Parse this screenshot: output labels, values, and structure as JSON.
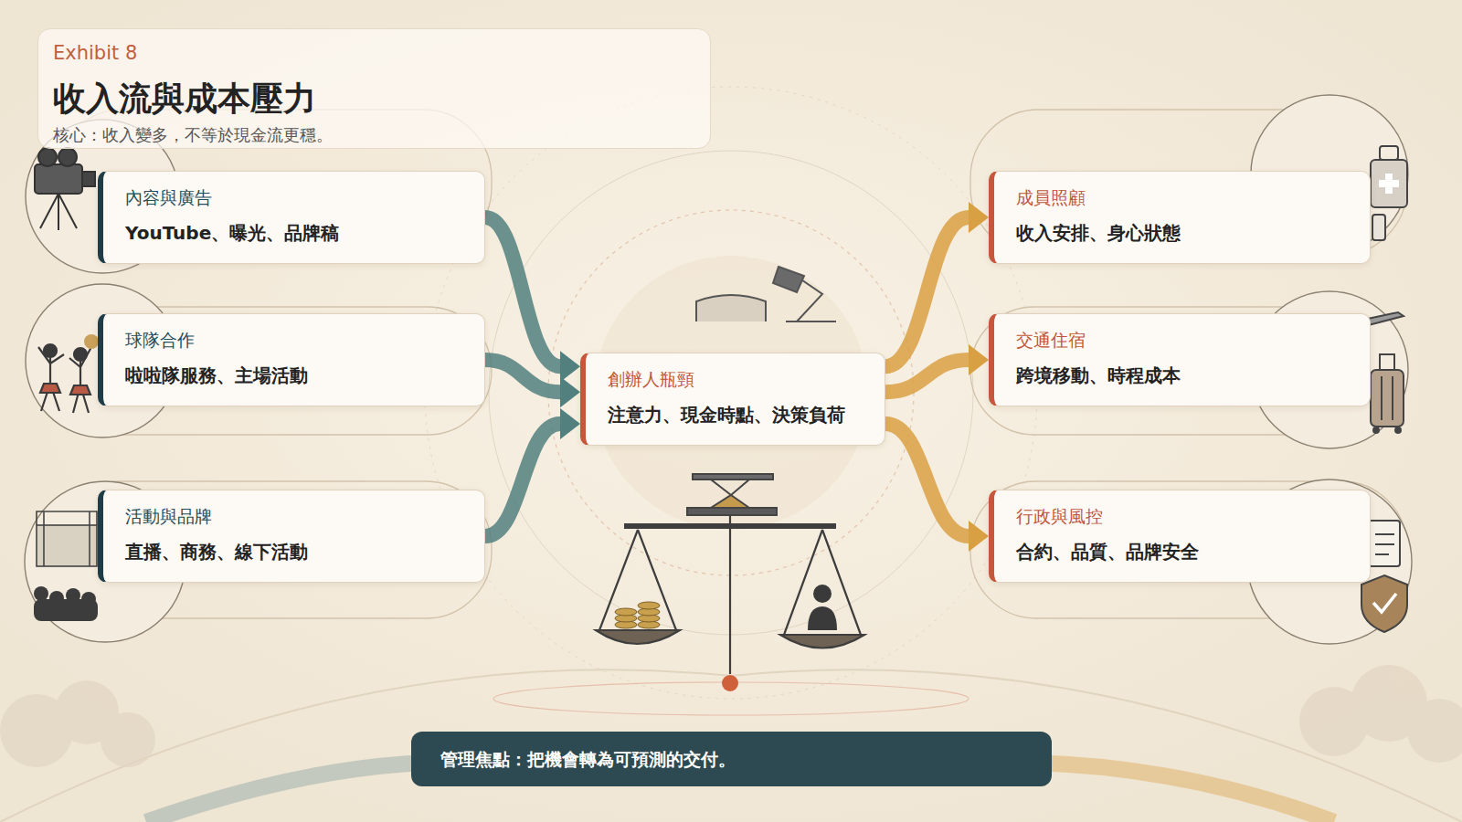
{
  "diagram": {
    "title": "收入流與成本壓力",
    "caption": "核心：收入變多，不等於現金流更穩。",
    "nodes": [
      {
        "text": [
          "內容與廣告",
          "YouTube、曝光、品牌稿"
        ]
      },
      {
        "text": [
          "球隊合作",
          "啦啦隊服務、主場活動"
        ]
      },
      {
        "text": [
          "活動與品牌",
          "直播、商務、線下活動"
        ]
      },
      {
        "text": [
          "創辦人瓶頸",
          "注意力、現金時點、決策負荷"
        ]
      },
      {
        "text": [
          "成員照顧",
          "收入安排、身心狀態"
        ]
      },
      {
        "text": [
          "交通住宿",
          "跨境移動、時程成本"
        ]
      },
      {
        "text": [
          "行政與風控",
          "合約、品質、品牌安全"
        ]
      },
      {
        "text": [
          "管理焦點：把機會轉為可預測的交付。"
        ]
      }
    ],
    "edges": [
      {
        "from": 0,
        "to": 3,
        "arrow": "to"
      },
      {
        "from": 1,
        "to": 3,
        "arrow": "to"
      },
      {
        "from": 2,
        "to": 3,
        "arrow": "to"
      },
      {
        "from": 3,
        "to": 4,
        "arrow": "to"
      },
      {
        "from": 3,
        "to": 5,
        "arrow": "to"
      },
      {
        "from": 3,
        "to": 6,
        "arrow": "to"
      }
    ],
    "labels": [
      "Exhibit 8"
    ]
  }
}
